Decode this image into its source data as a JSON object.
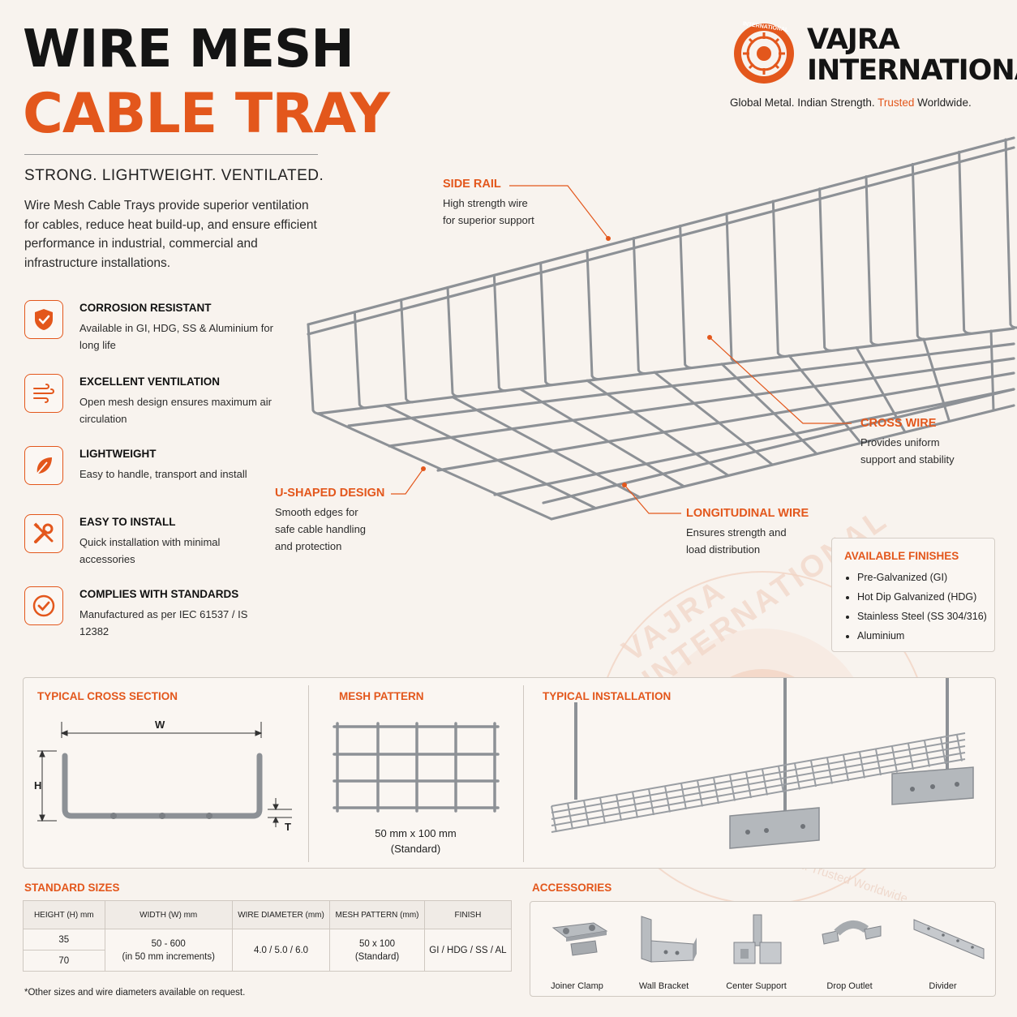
{
  "title": {
    "line1": "WIRE MESH",
    "line2": "CABLE TRAY"
  },
  "tagline": "STRONG. LIGHTWEIGHT. VENTILATED.",
  "intro": "Wire Mesh Cable Trays provide superior ventilation for cables, reduce heat build-up, and ensure efficient performance in industrial, commercial and infrastructure installations.",
  "brand": {
    "line1": "VAJRA",
    "line2": "INTERNATIONAL",
    "tagline_a": "Global Metal. Indian Strength.",
    "tagline_b": "Trusted",
    "tagline_c": "Worldwide.",
    "logo_text": "INTERNATIONAL",
    "watermark": "VAJRA INTERNATIONAL",
    "watermark_sub": "Global Metal. Indian Strength. Trusted Worldwide"
  },
  "features": [
    {
      "title": "CORROSION RESISTANT",
      "desc": "Available in GI, HDG, SS & Aluminium for long life",
      "icon": "shield-check-icon"
    },
    {
      "title": "EXCELLENT VENTILATION",
      "desc": "Open mesh design ensures maximum air circulation",
      "icon": "wind-icon"
    },
    {
      "title": "LIGHTWEIGHT",
      "desc": "Easy to handle, transport and install",
      "icon": "leaf-icon"
    },
    {
      "title": "EASY TO INSTALL",
      "desc": "Quick installation with minimal accessories",
      "icon": "tools-icon"
    },
    {
      "title": "COMPLIES WITH STANDARDS",
      "desc": "Manufactured as per IEC 61537 / IS 12382",
      "icon": "check-circle-icon"
    }
  ],
  "callouts": {
    "side_rail": {
      "title": "SIDE RAIL",
      "line1": "High strength wire",
      "line2": "for superior support"
    },
    "cross_wire": {
      "title": "CROSS WIRE",
      "line1": "Provides uniform",
      "line2": "support and stability"
    },
    "u_shaped": {
      "title": "U-SHAPED DESIGN",
      "line1": "Smooth edges for",
      "line2": "safe cable handling",
      "line3": "and protection"
    },
    "longitudinal": {
      "title": "LONGITUDINAL WIRE",
      "line1": "Ensures strength and",
      "line2": "load distribution"
    }
  },
  "finishes": {
    "title": "AVAILABLE FINISHES",
    "items": [
      "Pre-Galvanized (GI)",
      "Hot Dip Galvanized (HDG)",
      "Stainless Steel (SS 304/316)",
      "Aluminium"
    ]
  },
  "panels": {
    "cross_section": {
      "title": "TYPICAL CROSS SECTION",
      "w": "W",
      "h": "H",
      "t": "T"
    },
    "mesh": {
      "title": "MESH PATTERN",
      "line1": "50 mm x 100 mm",
      "line2": "(Standard)"
    },
    "install": {
      "title": "TYPICAL INSTALLATION"
    }
  },
  "sizes": {
    "title": "STANDARD SIZES",
    "headers": [
      "HEIGHT (H) mm",
      "WIDTH (W) mm",
      "WIRE DIAMETER (mm)",
      "MESH PATTERN (mm)",
      "FINISH"
    ],
    "heights": [
      "35",
      "70"
    ],
    "width_a": "50 - 600",
    "width_b": "(in 50 mm increments)",
    "wire": "4.0 / 5.0 / 6.0",
    "mesh_a": "50 x 100",
    "mesh_b": "(Standard)",
    "finish": "GI / HDG / SS / AL",
    "note": "*Other sizes and wire diameters available on request."
  },
  "accessories": {
    "title": "ACCESSORIES",
    "items": [
      "Joiner Clamp",
      "Wall Bracket",
      "Center Support",
      "Drop Outlet",
      "Divider"
    ]
  },
  "colors": {
    "accent": "#e3571c",
    "text": "#1f1f1f",
    "background": "#f8f3ee",
    "steel": "#8d9196"
  }
}
